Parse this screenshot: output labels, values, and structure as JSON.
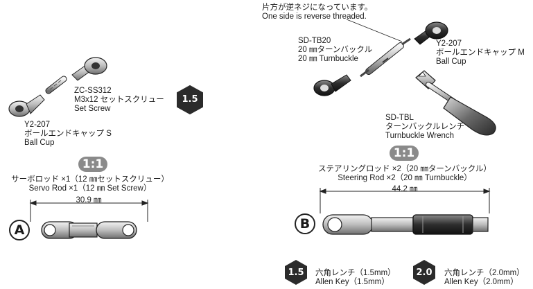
{
  "left_parts": {
    "set_screw": {
      "code": "ZC-SS312",
      "name_jp": "M3x12 セットスクリュー",
      "name_en": "Set Screw"
    },
    "ball_cup": {
      "code": "Y2-207",
      "name_jp": "ボールエンドキャップ S",
      "name_en": "Ball Cup"
    },
    "hex_size": "1.5"
  },
  "left_assembly": {
    "scale": "1:1",
    "title_jp": "サーボロッド ×1（12 ㎜セットスクリュー）",
    "title_en": "Servo Rod ×1（12 ㎜ Set Screw）",
    "dimension": "30.9 ㎜",
    "letter": "A"
  },
  "right_parts": {
    "note_jp": "片方が逆ネジになっています。",
    "note_en": "One side is reverse threaded.",
    "turnbuckle": {
      "code": "SD-TB20",
      "name_jp": "20 ㎜ターンバックル",
      "name_en": "20 ㎜ Turnbuckle"
    },
    "ball_cup": {
      "code": "Y2-207",
      "name_jp": "ボールエンドキャップ M",
      "name_en": "Ball Cup"
    },
    "wrench": {
      "code": "SD-TBL",
      "name_jp": "ターンバックルレンチ",
      "name_en": "Turnbuckle Wrench"
    }
  },
  "right_assembly": {
    "scale": "1:1",
    "title_jp": "ステアリングロッド ×2（20 ㎜ターンバックル）",
    "title_en": "Steering Rod ×2（20 ㎜ Turnbuckle）",
    "dimension": "44.2 ㎜",
    "letter": "B"
  },
  "allen_keys": [
    {
      "size": "1.5",
      "label_jp": "六角レンチ（1.5mm）",
      "label_en": "Allen Key（1.5mm）"
    },
    {
      "size": "2.0",
      "label_jp": "六角レンチ（2.0mm）",
      "label_en": "Allen Key（2.0mm）"
    }
  ],
  "colors": {
    "badge_dark": "#2b2b2b",
    "badge_gray": "#8a8a8a",
    "metal": "#c9c9c9"
  }
}
